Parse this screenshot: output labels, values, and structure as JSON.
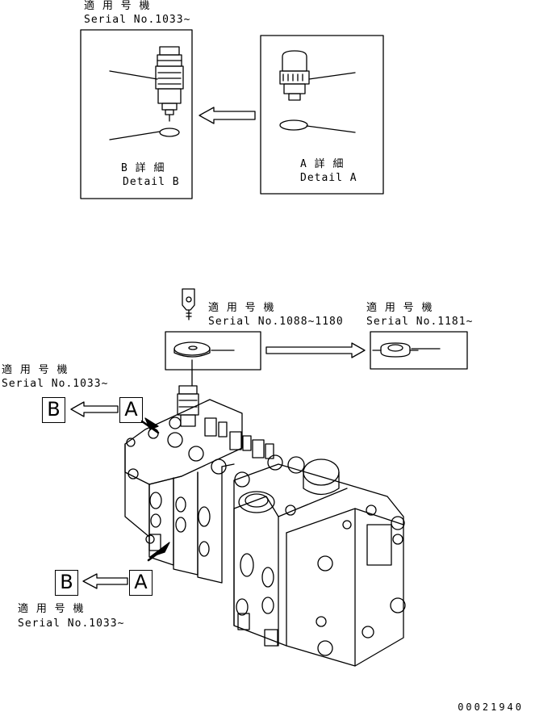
{
  "top_left_label": {
    "jp": "適 用 号 機",
    "serial": "Serial No.1033~"
  },
  "detail_b": {
    "jp": "B 詳 細",
    "en": "Detail B"
  },
  "detail_a": {
    "jp": "A 詳 細",
    "en": "Detail A"
  },
  "mid_left_label": {
    "jp": "適 用 号 機",
    "serial": "Serial No.1088~1180"
  },
  "mid_right_label": {
    "jp": "適 用 号 機",
    "serial": "Serial No.1181~"
  },
  "left_label": {
    "jp": "適 用 号 機",
    "serial": "Serial No.1033~"
  },
  "bottom_label": {
    "jp": "適 用 号 機",
    "serial": "Serial No.1033~"
  },
  "callouts": {
    "b_upper": "B",
    "a_upper": "A",
    "b_lower": "B",
    "a_lower": "A"
  },
  "part_number": "00021940"
}
